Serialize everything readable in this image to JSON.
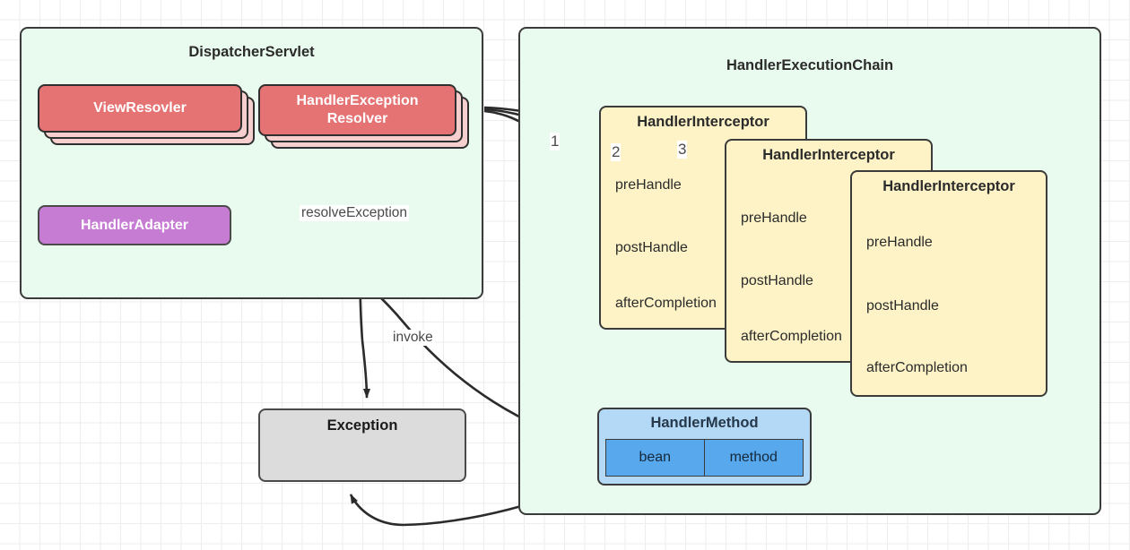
{
  "diagram": {
    "title": "Spring MVC DispatcherServlet request handling",
    "colors": {
      "group_fill": "#e9fbee",
      "resolver_fill": "#e57373",
      "resolver_stack": "#f7cfcf",
      "adapter_fill": "#c77cd4",
      "interceptor_fill": "#fdf3c6",
      "handler_method_fill": "#b3d9f7",
      "handler_method_cell_fill": "#58a8ee",
      "exception_fill": "#dcdcdc",
      "stroke": "#3b3b3b",
      "grid": "#ededed"
    }
  },
  "dispatcher_servlet": {
    "title": "DispatcherServlet",
    "view_resolver": {
      "label": "ViewResovler"
    },
    "handler_exception_resolver": {
      "label": "HandlerException\nResolver",
      "line1": "HandlerException",
      "line2": "Resolver"
    },
    "handler_adapter": {
      "label": "HandlerAdapter"
    }
  },
  "handler_execution_chain": {
    "title": "HandlerExecutionChain",
    "interceptors": [
      {
        "title": "HandlerInterceptor",
        "methods": [
          "preHandle",
          "postHandle",
          "afterCompletion"
        ]
      },
      {
        "title": "HandlerInterceptor",
        "methods": [
          "preHandle",
          "postHandle",
          "afterCompletion"
        ]
      },
      {
        "title": "HandlerInterceptor",
        "methods": [
          "preHandle",
          "postHandle",
          "afterCompletion"
        ]
      }
    ],
    "handler_method": {
      "title": "HandlerMethod",
      "cells": [
        "bean",
        "method"
      ]
    }
  },
  "exception": {
    "title": "Exception"
  },
  "edge_labels": {
    "resolve_exception": "resolveException",
    "invoke": "invoke",
    "step1": "1",
    "step2": "2",
    "step3": "3"
  }
}
